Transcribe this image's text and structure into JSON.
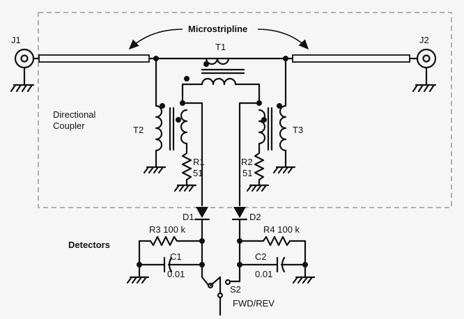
{
  "labels": {
    "j1": "J1",
    "j2": "J2",
    "microstripline": "Microstripline",
    "t1": "T1",
    "t2": "T2",
    "t3": "T3",
    "directional_line1": "Directional",
    "directional_line2": "Coupler",
    "r1_ref": "R1",
    "r1_val": "51",
    "r2_ref": "R2",
    "r2_val": "51",
    "d1": "D1",
    "d2": "D2",
    "r3": "R3  100  k",
    "r4": "R4  100  k",
    "c1_ref": "C1",
    "c1_val": "0.01",
    "c2_ref": "C2",
    "c2_val": "0.01",
    "detectors": "Detectors",
    "s2": "S2",
    "fwd_rev": "FWD/REV"
  },
  "colors": {
    "ink": "#111111",
    "paper": "#f6f6f6",
    "box": "#888888"
  }
}
